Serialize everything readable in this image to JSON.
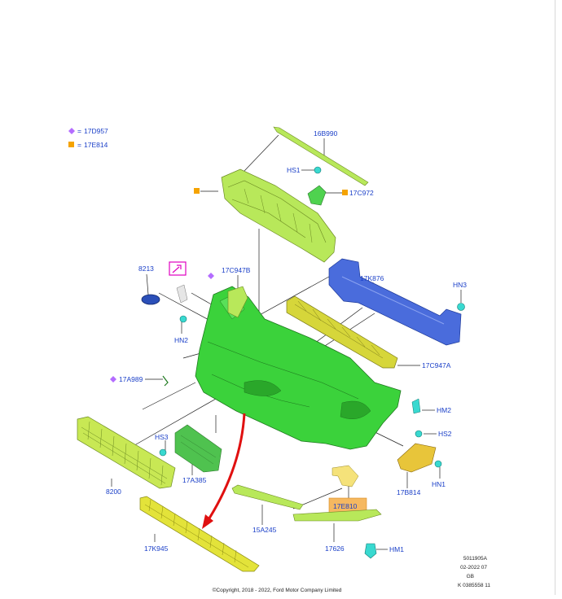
{
  "legend": [
    {
      "code": "17D957",
      "color": "#b46cff",
      "marker": "diamond"
    },
    {
      "code": "17E814",
      "color": "#f5a300",
      "marker": "square"
    }
  ],
  "parts": {
    "p16B990": "16B990",
    "pHS1": "HS1",
    "p17C972": "17C972",
    "p8213": "8213",
    "p17C947B": "17C947B",
    "p17K876": "17K876",
    "pHN3": "HN3",
    "pHN2": "HN2",
    "p17C947A": "17C947A",
    "p17A989": "17A989",
    "pHM2": "HM2",
    "pHS2": "HS2",
    "pHS3": "HS3",
    "pHN1": "HN1",
    "p17B814": "17B814",
    "p8200": "8200",
    "p17A385": "17A385",
    "p17E810": "17E810",
    "p15A245": "15A245",
    "p17K945": "17K945",
    "p17626": "17626",
    "pHM1": "HM1"
  },
  "legend_sep": "=",
  "meta": {
    "ref": "5011905A",
    "date": "02-2022 07",
    "region": "GB",
    "code": "K 0385558 11"
  },
  "copyright": "©Copyright, 2018 - 2022, Ford Motor Company Limited",
  "colors": {
    "label": "#1a3fc8",
    "bumper": "#3bd23b",
    "lime": "#b8e85a",
    "yellow": "#e3e33a",
    "blue": "#4a6cdc",
    "clip": "#39d9d0",
    "highlight": "#f5b860",
    "arrow": "#e01010",
    "magenta": "#e000c0"
  }
}
